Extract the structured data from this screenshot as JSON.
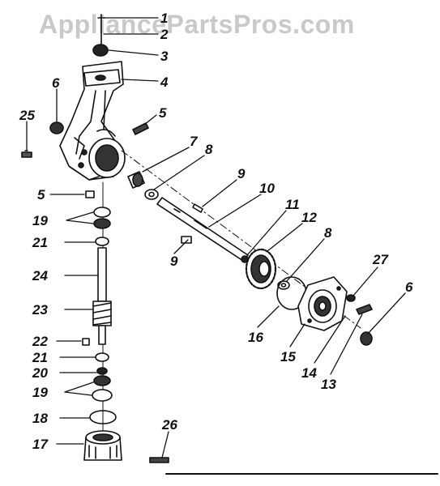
{
  "watermark": "AppliancePartsPros.com",
  "ink_color": "#111111",
  "parts": [
    {
      "label": "1"
    },
    {
      "label": "2"
    },
    {
      "label": "3"
    },
    {
      "label": "4"
    },
    {
      "label": "5"
    },
    {
      "label": "6"
    },
    {
      "label": "25"
    },
    {
      "label": "7"
    },
    {
      "label": "8"
    },
    {
      "label": "9"
    },
    {
      "label": "10"
    },
    {
      "label": "11"
    },
    {
      "label": "12"
    },
    {
      "label": "8"
    },
    {
      "label": "27"
    },
    {
      "label": "6"
    },
    {
      "label": "5"
    },
    {
      "label": "19"
    },
    {
      "label": "21"
    },
    {
      "label": "24"
    },
    {
      "label": "23"
    },
    {
      "label": "22"
    },
    {
      "label": "21"
    },
    {
      "label": "20"
    },
    {
      "label": "19"
    },
    {
      "label": "18"
    },
    {
      "label": "17"
    },
    {
      "label": "26"
    },
    {
      "label": "9"
    },
    {
      "label": "16"
    },
    {
      "label": "15"
    },
    {
      "label": "14"
    },
    {
      "label": "13"
    }
  ]
}
